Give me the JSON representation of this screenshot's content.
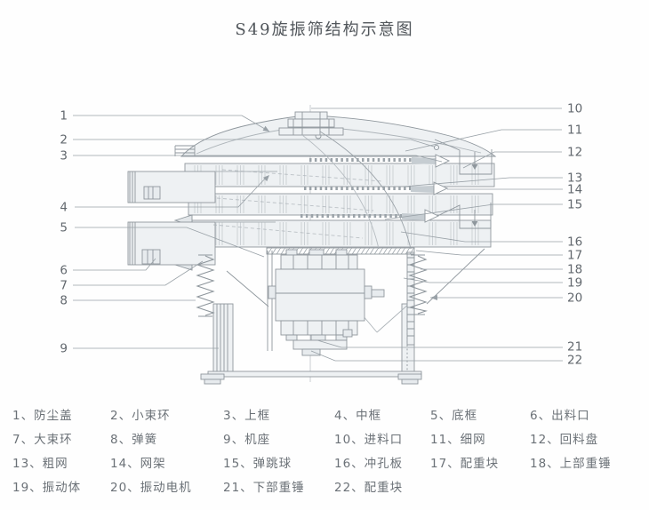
{
  "title": "S49旋振筛结构示意图",
  "diagram": {
    "callouts": {
      "left": [
        "1",
        "2",
        "3",
        "4",
        "5",
        "6",
        "7",
        "8",
        "9"
      ],
      "right": [
        "10",
        "11",
        "12",
        "13",
        "14",
        "15",
        "16",
        "17",
        "18",
        "19",
        "20",
        "21",
        "22"
      ]
    }
  },
  "legend": {
    "items": [
      "1、防尘盖",
      "2、小束环",
      "3、上框",
      "4、中框",
      "5、底框",
      "6、出料口",
      "7、大束环",
      "8、弹簧",
      "9、机座",
      "10、进料口",
      "11、细网",
      "12、回料盘",
      "13、粗网",
      "14、网架",
      "15、弹跳球",
      "16、冲孔板",
      "17、配重块",
      "18、上部重锤",
      "19、振动体",
      "20、振动电机",
      "21、下部重锤",
      "22、配重块"
    ]
  },
  "colors": {
    "line": "#8f979d",
    "light_line": "#aeb5ba",
    "fill": "#edf0f3",
    "wedge_fill": "#c6cdd2",
    "text": "#62686e",
    "legend_text": "#6b7177",
    "title_text": "#50555a"
  }
}
